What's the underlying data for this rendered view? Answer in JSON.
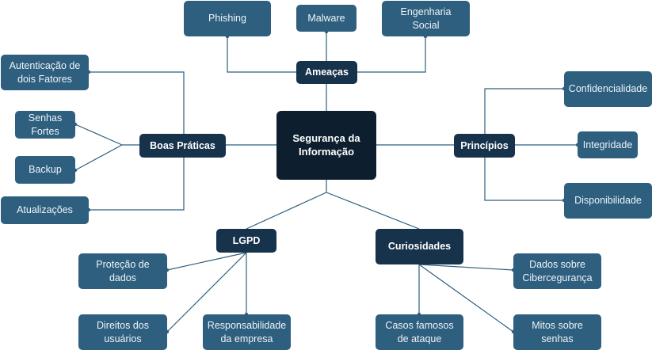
{
  "colors": {
    "line": "#2e5f7f",
    "leaf": "#2e5f7f",
    "hub": "#17324b",
    "root": "#0d1f2e"
  },
  "center": {
    "label": "Segurança da\nInformação"
  },
  "ameacas": {
    "label": "Ameaças",
    "items": [
      "Phishing",
      "Malware",
      "Engenharia\nSocial"
    ]
  },
  "boas_praticas": {
    "label": "Boas Práticas",
    "items": [
      "Autenticação de\ndois Fatores",
      "Senhas\nFortes",
      "Backup",
      "Atualizações"
    ]
  },
  "principios": {
    "label": "Princípios",
    "items": [
      "Confidencialidade",
      "Integridade",
      "Disponibilidade"
    ]
  },
  "lgpd": {
    "label": "LGPD",
    "items": [
      "Proteção de\ndados",
      "Direitos dos\nusuários",
      "Responsabilidade\nda empresa"
    ]
  },
  "curiosidades": {
    "label": "Curiosidades",
    "items": [
      "Dados sobre\nCibercegurança",
      "Casos famosos\nde ataque",
      "Mitos sobre\nsenhas"
    ]
  }
}
